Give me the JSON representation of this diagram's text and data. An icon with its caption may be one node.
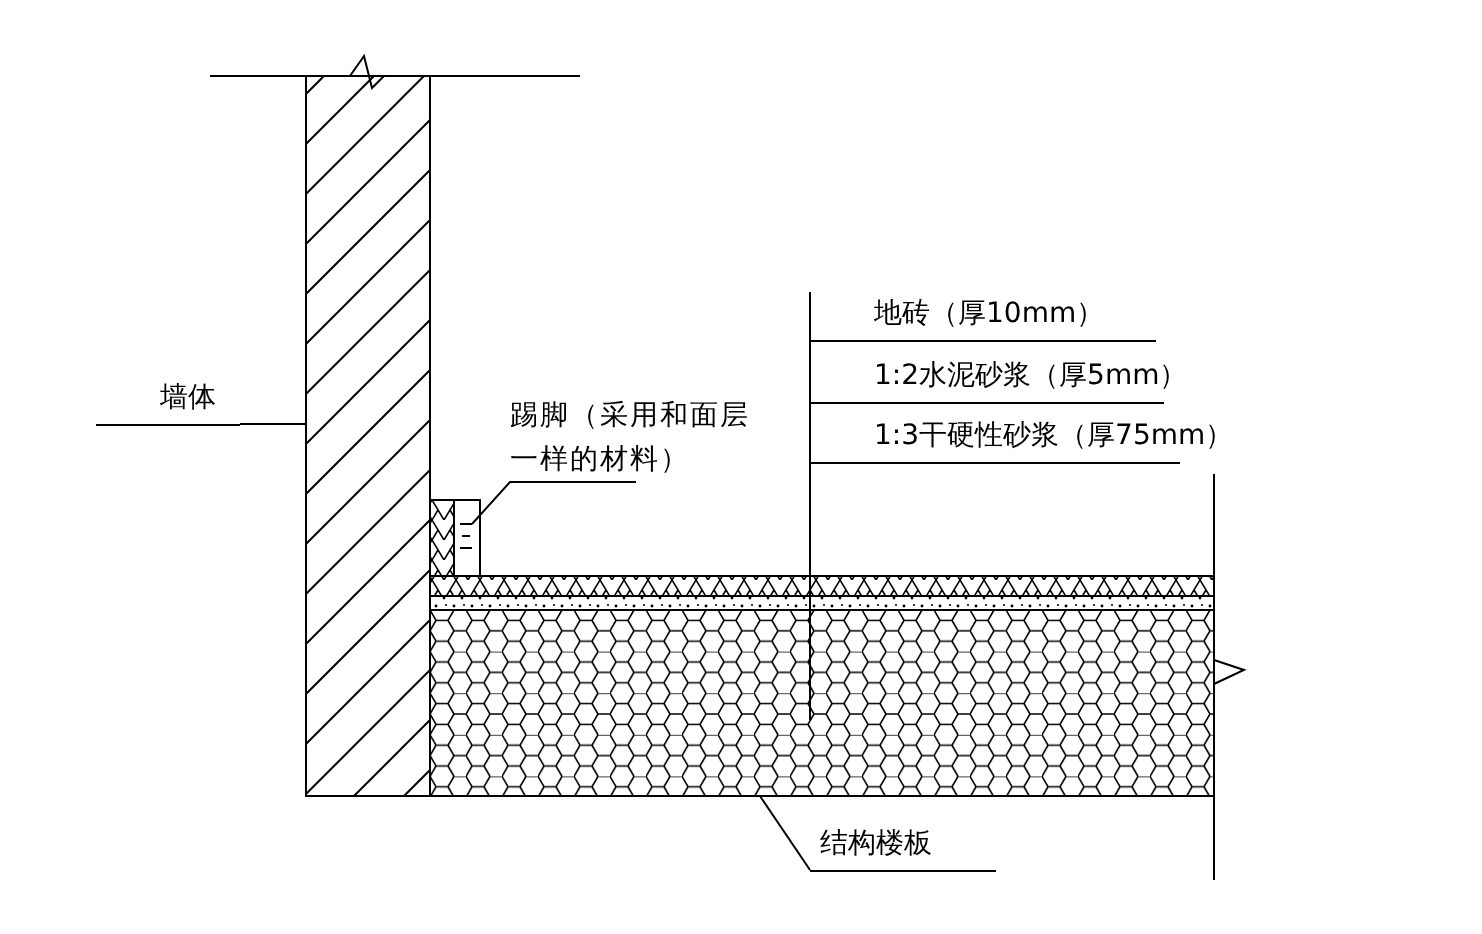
{
  "diagram": {
    "nodes": [
      {
        "text": [
          "墙体"
        ]
      },
      {
        "text": [],
        "shape": "box"
      },
      {
        "text": [
          "踢脚（采用和面层一样的材料）"
        ]
      },
      {
        "text": [],
        "shape": "box"
      },
      {
        "text": [
          "地砖（厚10mm）"
        ]
      },
      {
        "text": [
          "1:2水泥砂浆（厚5mm）"
        ]
      },
      {
        "text": [
          "1:3干硬性砂浆（厚75mm）"
        ]
      },
      {
        "text": [],
        "shape": "box"
      },
      {
        "text": [],
        "shape": "box"
      },
      {
        "text": [],
        "shape": "box"
      },
      {
        "text": [
          "结构楼板"
        ]
      }
    ],
    "edges": [
      {
        "from": 0,
        "to": 1,
        "arrow": "none"
      },
      {
        "from": 2,
        "to": 3,
        "arrow": "none"
      },
      {
        "from": 4,
        "to": 7,
        "arrow": "none"
      },
      {
        "from": 5,
        "to": 8,
        "arrow": "none"
      },
      {
        "from": 6,
        "to": 9,
        "arrow": "none"
      },
      {
        "from": 10,
        "to": 9,
        "arrow": "none"
      }
    ]
  }
}
